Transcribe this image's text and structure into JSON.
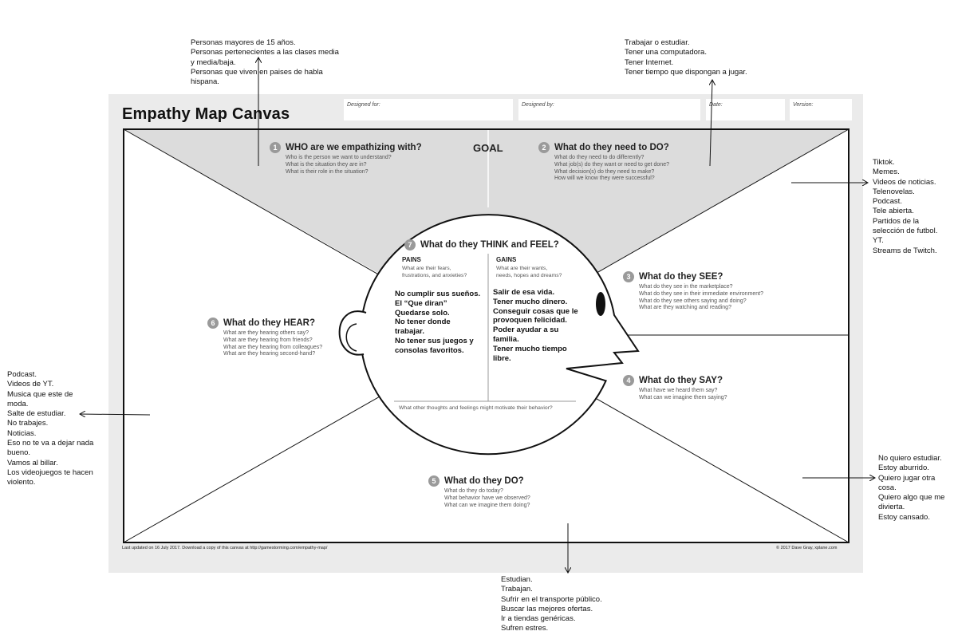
{
  "canvas": {
    "title": "Empathy Map Canvas",
    "fields": {
      "designed_for": "Designed for:",
      "designed_by": "Designed by:",
      "date": "Date:",
      "version": "Version:"
    },
    "goal": "GOAL",
    "footer_left": "Last updated on 16 July 2017. Download a copy of this canvas at http://gamestorming.com/empathy-map/",
    "footer_right": "© 2017 Dave Gray, xplane.com",
    "motivate": "What other thoughts and feelings might motivate their behavior?"
  },
  "sections": {
    "who": {
      "num": "1",
      "title": "WHO are we empathizing with?",
      "questions": "Who is the person we want to understand?\nWhat is the situation they are in?\nWhat is their role in the situation?"
    },
    "do_need": {
      "num": "2",
      "title": "What do they need to DO?",
      "questions": "What do they need to do differently?\nWhat job(s) do they want or need to get done?\nWhat decision(s) do they need to make?\nHow will we know they were successful?"
    },
    "see": {
      "num": "3",
      "title": "What do they SEE?",
      "questions": "What do they see in the marketplace?\nWhat do they see in their immediate environment?\nWhat do they see others saying and doing?\nWhat are they watching and reading?"
    },
    "say": {
      "num": "4",
      "title": "What do they SAY?",
      "questions": "What have we heard them say?\nWhat can we imagine them saying?"
    },
    "do": {
      "num": "5",
      "title": "What do they DO?",
      "questions": "What do they do today?\nWhat behavior have we observed?\nWhat can we imagine them doing?"
    },
    "hear": {
      "num": "6",
      "title": "What do they HEAR?",
      "questions": "What are they hearing others say?\nWhat are they hearing from friends?\nWhat are they hearing from colleagues?\nWhat are they hearing second-hand?"
    },
    "think": {
      "num": "7",
      "title": "What do they THINK and FEEL?"
    }
  },
  "think_feel": {
    "pains": {
      "label": "PAINS",
      "question": "What are their fears,\nfrustrations, and anxieties?",
      "response": "No cumplir sus sueños.\nEl “Que diran”\nQuedarse solo.\nNo tener donde\ntrabajar.\nNo tener sus juegos y\nconsolas favoritos."
    },
    "gains": {
      "label": "GAINS",
      "question": "What are their wants,\nneeds, hopes and dreams?",
      "response": "Salir de esa vida.\nTener mucho dinero.\nConseguir cosas que le\nprovoquen felicidad.\nPoder ayudar a su\nfamilia.\nTener mucho tiempo\nlibre."
    }
  },
  "notes": {
    "who": "Personas mayores de 15 años.\nPersonas pertenecientes a las clases media\ny media/baja.\nPersonas que viven en paises de habla\nhispana.",
    "do_need": "Trabajar o estudiar.\nTener una computadora.\nTener Internet.\nTener tiempo que dispongan a jugar.",
    "see": "Tiktok.\nMemes.\nVideos de noticias.\nTelenovelas.\nPodcast.\nTele abierta.\nPartidos de la\nselección de futbol.\nYT.\nStreams de Twitch.",
    "hear": "Podcast.\nVideos de YT.\nMusica que este de\nmoda.\nSalte de estudiar.\nNo trabajes.\nNoticias.\nEso no te va a dejar nada\nbueno.\nVamos al billar.\nLos videojuegos te hacen\nviolento.",
    "say": "No quiero estudiar.\nEstoy aburrido.\nQuiero jugar otra\ncosa.\nQuiero algo que me\ndivierta.\nEstoy cansado.",
    "do": "Estudian.\nTrabajan.\nSufrir en el transporte público.\nBuscar las mejores ofertas.\nIr a tiendas genéricas.\nSufren estres."
  }
}
